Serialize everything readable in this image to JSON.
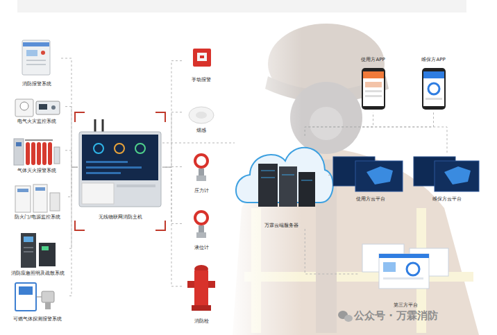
{
  "diagram": {
    "nodes": [
      {
        "text": [
          "消防报警系统"
        ]
      },
      {
        "text": [
          "电气火灾监控系统"
        ]
      },
      {
        "text": [
          "气体灭火报警系统"
        ]
      },
      {
        "text": [
          "防火门/电源监控系统"
        ]
      },
      {
        "text": [
          "消防应急照明及疏散系统"
        ]
      },
      {
        "text": [
          "可燃气体探测报警系统"
        ]
      },
      {
        "text": [
          "无线物联网消防主机"
        ]
      },
      {
        "text": [
          "手动报警"
        ]
      },
      {
        "text": [
          "烟感"
        ]
      },
      {
        "text": [
          "压力计"
        ]
      },
      {
        "text": [
          "液位计"
        ]
      },
      {
        "text": [
          "消防栓"
        ]
      },
      {
        "text": [
          "万霖云端服务器"
        ]
      },
      {
        "text": [
          "使用方APP"
        ]
      },
      {
        "text": [
          "维保方APP"
        ]
      },
      {
        "text": [
          "使用方云平台"
        ]
      },
      {
        "text": [
          "维保方云平台"
        ]
      },
      {
        "text": [
          "第三方平台"
        ]
      }
    ],
    "edges": [
      {
        "from": 0,
        "to": 6,
        "arrow": "none"
      },
      {
        "from": 1,
        "to": 6,
        "arrow": "none"
      },
      {
        "from": 2,
        "to": 6,
        "arrow": "none"
      },
      {
        "from": 3,
        "to": 6,
        "arrow": "none"
      },
      {
        "from": 4,
        "to": 6,
        "arrow": "none"
      },
      {
        "from": 5,
        "to": 6,
        "arrow": "none"
      },
      {
        "from": 7,
        "to": 6,
        "arrow": "none"
      },
      {
        "from": 8,
        "to": 6,
        "arrow": "none"
      },
      {
        "from": 9,
        "to": 6,
        "arrow": "none"
      },
      {
        "from": 10,
        "to": 6,
        "arrow": "none"
      },
      {
        "from": 11,
        "to": 6,
        "arrow": "none"
      },
      {
        "from": 6,
        "to": 12,
        "arrow": "none"
      },
      {
        "from": 12,
        "to": 13,
        "arrow": "none"
      },
      {
        "from": 12,
        "to": 14,
        "arrow": "none"
      },
      {
        "from": 12,
        "to": 15,
        "arrow": "none"
      },
      {
        "from": 12,
        "to": 16,
        "arrow": "none"
      },
      {
        "from": 12,
        "to": 17,
        "arrow": "none"
      }
    ],
    "labels": [
      "公众号 · 万霖消防"
    ]
  }
}
